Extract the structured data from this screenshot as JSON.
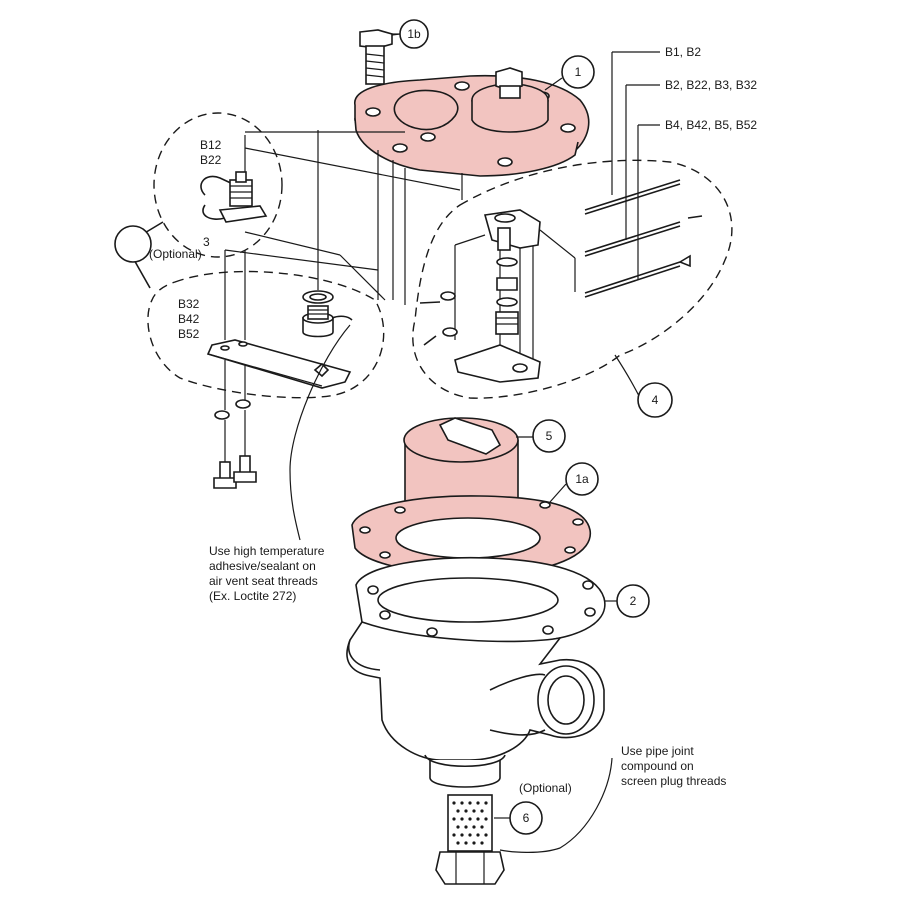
{
  "colors": {
    "highlight": "#f2c4c0",
    "line": "#1a1a1a",
    "background": "#ffffff"
  },
  "callouts": {
    "c1b": "1b",
    "c1": "1",
    "c1a": "1a",
    "c2": "2",
    "c4": "4",
    "c5": "5",
    "c6": "6"
  },
  "labels": {
    "b1_b2": "B1, B2",
    "b2_b22_b3_b32": "B2, B22, B3, B32",
    "b4_b42_b5_b52": "B4, B42, B5, B52",
    "b12": "B12",
    "b22": "B22",
    "optional_upper": "(Optional)",
    "num_3": "3",
    "b32": "B32",
    "b42": "B42",
    "b52": "B52",
    "optional_lower": "(Optional)"
  },
  "notes": {
    "adhesive": [
      "Use high temperature",
      "adhesive/sealant on",
      "air vent seat threads",
      "(Ex. Loctite 272)"
    ],
    "pipe_joint": [
      "Use pipe joint",
      "compound on",
      "screen plug threads"
    ]
  }
}
